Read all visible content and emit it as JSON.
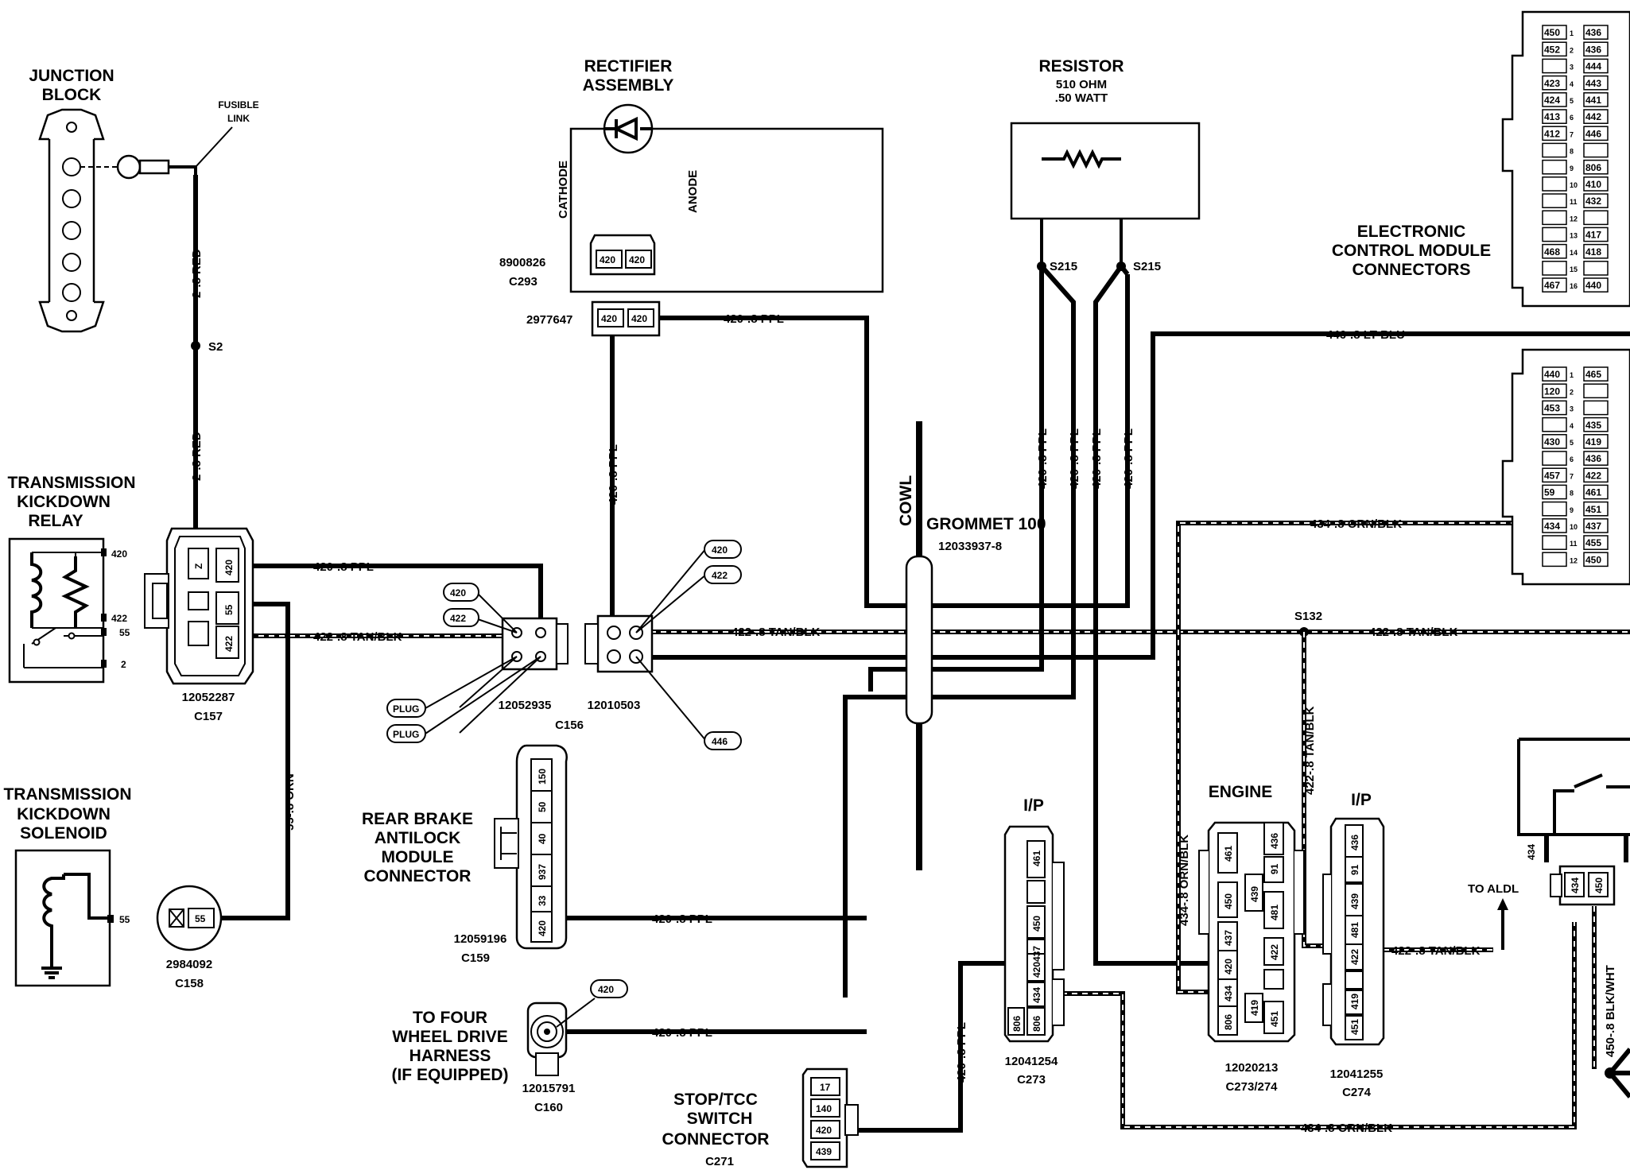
{
  "components": {
    "junction_block": [
      "JUNCTION",
      "BLOCK"
    ],
    "fusible_link": [
      "FUSIBLE",
      "LINK"
    ],
    "rectifier": [
      "RECTIFIER",
      "ASSEMBLY"
    ],
    "cathode": "CATHODE",
    "anode": "ANODE",
    "resistor_title": "RESISTOR",
    "resistor_ohm": "510 OHM",
    "resistor_watt": ".50 WATT",
    "ecm": [
      "ELECTRONIC",
      "CONTROL MODULE",
      "CONNECTORS"
    ],
    "relay": [
      "TRANSMISSION",
      "KICKDOWN",
      "RELAY"
    ],
    "solenoid": [
      "TRANSMISSION",
      "KICKDOWN",
      "SOLENOID"
    ],
    "rear_brake": [
      "REAR BRAKE",
      "ANTILOCK",
      "MODULE",
      "CONNECTOR"
    ],
    "four_wheel": [
      "TO FOUR",
      "WHEEL DRIVE",
      "HARNESS",
      "(IF EQUIPPED)"
    ],
    "stop_tcc": [
      "STOP/TCC",
      "SWITCH",
      "CONNECTOR"
    ],
    "cowl": "COWL",
    "grommet": "GROMMET 100",
    "grommet_pn": "12033937-8",
    "engine": "ENGINE",
    "ip": "I/P",
    "to_aldl": "TO ALDL",
    "plug": "PLUG"
  },
  "part_numbers": {
    "c293_pn": "8900826",
    "c293": "C293",
    "rect_mate_pn": "2977647",
    "c157_pn": "12052287",
    "c157": "C157",
    "c156a_pn": "12052935",
    "c156b_pn": "12010503",
    "c156": "C156",
    "c158_pn": "2984092",
    "c158": "C158",
    "c159_pn": "12059196",
    "c159": "C159",
    "c160_pn": "12015791",
    "c160": "C160",
    "c271": "C271",
    "c273_pn": "12041254",
    "c273": "C273",
    "c27374_pn": "12020213",
    "c27374": "C273/274",
    "c274_pn": "12041255",
    "c274": "C274"
  },
  "splices": {
    "s2": "S2",
    "s215": "S215",
    "s132": "S132"
  },
  "wires": {
    "red": "2-.8 RED",
    "ppl": "420-.8 PPL",
    "tan": "422-.8 TAN/BLK",
    "orn": "55-.8 ORN",
    "ltblu": "446-.8 LT BLU",
    "orn_blk": "434-.8 ORN/BLK",
    "blk_wht": "450-.8 BLK/WHT"
  },
  "pins": {
    "n420": "420",
    "n422": "422",
    "n55": "55",
    "n2": "2",
    "n446": "446",
    "n434": "434",
    "n17": "17",
    "n140": "140",
    "n439": "439",
    "n150": "150",
    "n50": "50",
    "n40": "40",
    "n937": "937",
    "n33": "33",
    "n461": "461",
    "n450": "450",
    "n437": "437",
    "n806": "806",
    "n436": "436",
    "n91": "91",
    "n481": "481",
    "n419": "419",
    "n451": "451",
    "z": "Z"
  },
  "ecm_top_rows": [
    [
      "450",
      "1",
      "436"
    ],
    [
      "452",
      "2",
      "436"
    ],
    [
      "",
      "3",
      "444"
    ],
    [
      "423",
      "4",
      "443"
    ],
    [
      "424",
      "5",
      "441"
    ],
    [
      "413",
      "6",
      "442"
    ],
    [
      "412",
      "7",
      "446"
    ],
    [
      "",
      "8",
      ""
    ],
    [
      "",
      "9",
      "806"
    ],
    [
      "",
      "10",
      "410"
    ],
    [
      "",
      "11",
      "432"
    ],
    [
      "",
      "12",
      ""
    ],
    [
      "",
      "13",
      "417"
    ],
    [
      "468",
      "14",
      "418"
    ],
    [
      "",
      "15",
      ""
    ],
    [
      "467",
      "16",
      "440"
    ]
  ],
  "ecm_bot_rows": [
    [
      "440",
      "1",
      "465"
    ],
    [
      "120",
      "2",
      ""
    ],
    [
      "453",
      "3",
      ""
    ],
    [
      "",
      "4",
      "435"
    ],
    [
      "430",
      "5",
      "419"
    ],
    [
      "",
      "6",
      "436"
    ],
    [
      "457",
      "7",
      "422"
    ],
    [
      "59",
      "8",
      "461"
    ],
    [
      "",
      "9",
      "451"
    ],
    [
      "434",
      "10",
      "437"
    ],
    [
      "",
      "11",
      "455"
    ],
    [
      "",
      "12",
      "450"
    ]
  ],
  "colors": {
    "ink": "#000000",
    "paper": "#ffffff"
  }
}
